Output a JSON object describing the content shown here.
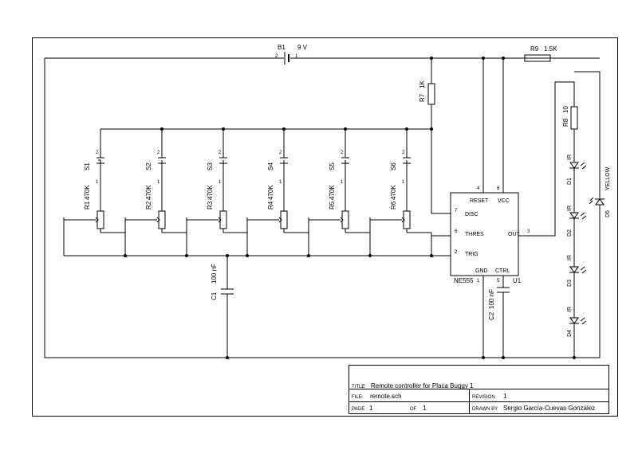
{
  "battery": {
    "ref": "B1",
    "value": "9 V",
    "pin_neg": "2",
    "pin_pos": "1"
  },
  "resistors": {
    "r7": {
      "ref": "R7",
      "value": "1K"
    },
    "r8": {
      "ref": "R8",
      "value": "10"
    },
    "r9": {
      "ref": "R9",
      "value": "1.5K"
    }
  },
  "switches": [
    {
      "ref": "S1",
      "pin_top": "2",
      "pin_bottom": "1"
    },
    {
      "ref": "S2",
      "pin_top": "2",
      "pin_bottom": "1"
    },
    {
      "ref": "S3",
      "pin_top": "2",
      "pin_bottom": "1"
    },
    {
      "ref": "S4",
      "pin_top": "2",
      "pin_bottom": "1"
    },
    {
      "ref": "S5",
      "pin_top": "2",
      "pin_bottom": "1"
    },
    {
      "ref": "S6",
      "pin_top": "2",
      "pin_bottom": "1"
    }
  ],
  "pots": [
    {
      "ref": "R1",
      "value": "470K"
    },
    {
      "ref": "R2",
      "value": "470K"
    },
    {
      "ref": "R3",
      "value": "470K"
    },
    {
      "ref": "R4",
      "value": "470K"
    },
    {
      "ref": "R5",
      "value": "470K"
    },
    {
      "ref": "R6",
      "value": "470K"
    }
  ],
  "capacitors": {
    "c1": {
      "ref": "C1",
      "value": "100 nF"
    },
    "c2": {
      "ref": "C2",
      "value": "100 nF"
    }
  },
  "ic": {
    "ref": "U1",
    "part": "NE555",
    "pins": {
      "reset": "RESET",
      "vcc": "VCC",
      "disc": "DISC",
      "thres": "THRES",
      "trig": "TRIG",
      "out": "OUT",
      "gnd": "GND",
      "ctrl": "CTRL"
    },
    "pin_numbers": {
      "reset": "4",
      "vcc": "8",
      "disc": "7",
      "thres": "6",
      "trig": "2",
      "out": "3",
      "gnd": "1",
      "ctrl": "5"
    }
  },
  "leds": [
    {
      "ref": "D1",
      "type": "IR"
    },
    {
      "ref": "D2",
      "type": "IR"
    },
    {
      "ref": "D3",
      "type": "IR"
    },
    {
      "ref": "D4",
      "type": "IR"
    },
    {
      "ref": "D5",
      "type": "YELLOW"
    }
  ],
  "title_block": {
    "title_label": "TITLE",
    "title": "Remote controller for Placa Buggy 1",
    "file_label": "FILE:",
    "file": "remote.sch",
    "revision_label": "REVISION",
    "revision": "1",
    "page_label": "PAGE",
    "page": "1",
    "of_label": "OF",
    "of": "1",
    "drawn_by_label": "DRAWN BY",
    "drawn_by": "Sergio García-Cuevas González"
  }
}
